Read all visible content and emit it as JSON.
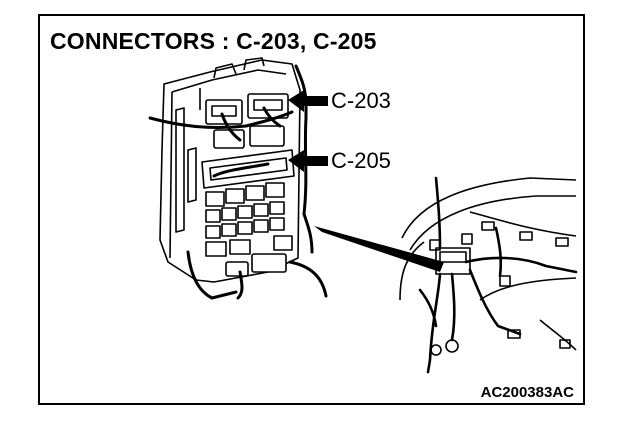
{
  "diagram": {
    "title": "CONNECTORS : C-203, C-205",
    "figure_id": "AC200383AC",
    "callouts": [
      {
        "label": "C-203",
        "points_to": "upper connector on junction block"
      },
      {
        "label": "C-205",
        "points_to": "middle connector on junction block"
      }
    ],
    "components": [
      "junction-block",
      "instrument-panel-harness"
    ],
    "colors": {
      "ink": "#000000",
      "paper": "#ffffff"
    }
  }
}
